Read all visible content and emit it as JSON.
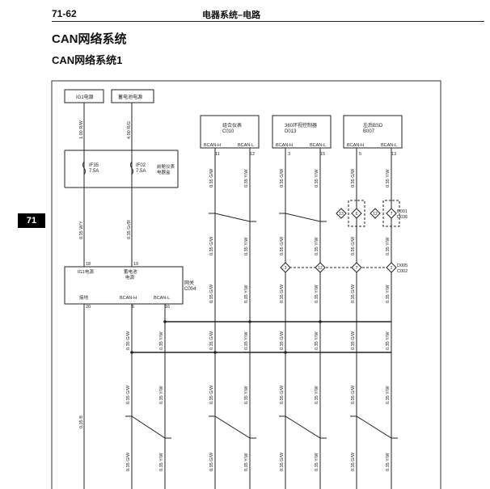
{
  "header": {
    "page_number": "71-62",
    "section": "电器系统–电路"
  },
  "title": "CAN网络系统",
  "subtitle": "CAN网络系统1",
  "side_tab": "71",
  "diagram": {
    "power_sources": [
      "IG1电源",
      "蓄电池电源"
    ],
    "fuses": [
      {
        "id": "IF35",
        "rating": "7.5A",
        "wire_top": "1.00 R/W",
        "wire_bottom": "0.35 W/Y"
      },
      {
        "id": "IF02",
        "rating": "7.5A",
        "wire_top": "4.00 R/G",
        "wire_bottom": "0.35 Gr/R"
      }
    ],
    "fuse_box_label": [
      "前舱仪表",
      "电器盒"
    ],
    "gateway": {
      "name": "网关",
      "code": "C004",
      "top_pins": [
        "18",
        "19"
      ],
      "inner_labels": [
        "IG1电源",
        "蓄电池",
        "电源"
      ],
      "bottom_labels": [
        "接地",
        "BCAN-H",
        "BCAN-L"
      ],
      "bottom_pins": [
        "20",
        "6",
        "16"
      ]
    },
    "modules": [
      {
        "name": "组合仪表",
        "code": "C010",
        "pins": [
          "11",
          "12"
        ]
      },
      {
        "name": "360环视控制器",
        "code": "D013",
        "pins": [
          "3",
          "15"
        ]
      },
      {
        "name": "左后BSD",
        "code": "B007",
        "pins": [
          "5",
          "13"
        ]
      }
    ],
    "can_h": "BCAN-H",
    "can_l": "BCAN-L",
    "connectors": [
      {
        "code": "B001",
        "code2": "D036",
        "pins": [
          "13",
          "6",
          "12",
          "7"
        ]
      },
      {
        "code": "D005",
        "code2": "C002",
        "pins": [
          "3",
          "12",
          "7",
          "2"
        ]
      }
    ],
    "wire_gw": "0.35 G/W",
    "wire_yw": "0.35 Y/W",
    "wire_ground": "0.35 B",
    "colors": {
      "line": "#222222",
      "background": "#ffffff",
      "tab": "#000000"
    }
  }
}
